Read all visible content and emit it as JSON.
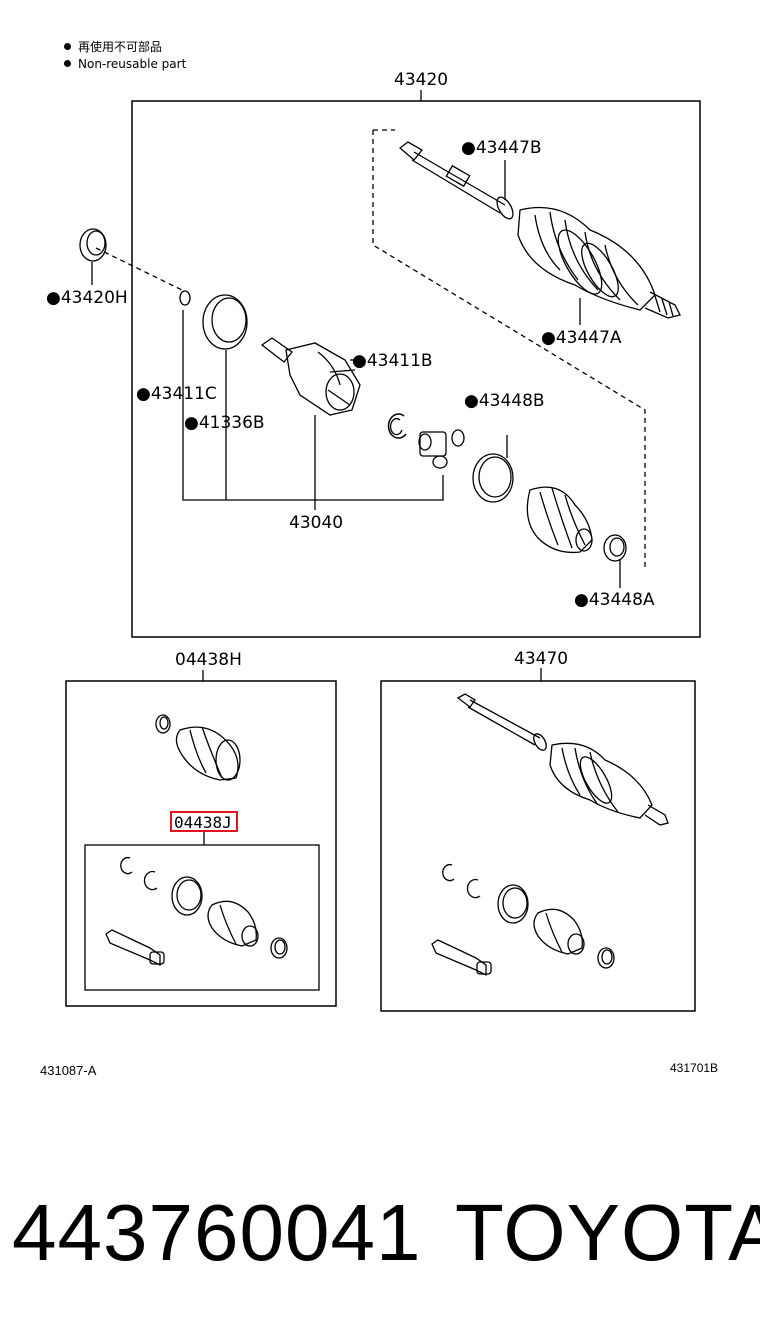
{
  "legend": {
    "line1": "再使用不可部品",
    "line2": "Non-reusable part"
  },
  "labels": {
    "assembly_main": "43420",
    "part_43447B": "●43447B",
    "part_43420H": "●43420H",
    "part_43447A": "●43447A",
    "part_43411B": "●43411B",
    "part_43411C": "●43411C",
    "part_43448B": "●43448B",
    "part_41336B": "●41336B",
    "part_43040": "43040",
    "part_43448A": "●43448A",
    "kit_04438H": "04438H",
    "assembly_43470": "43470",
    "kit_04438J": "04438J"
  },
  "codes": {
    "left": "431087-A",
    "right": "431701B"
  },
  "footer": {
    "part_number": "443760041",
    "brand": "TOYOTA"
  },
  "colors": {
    "highlight": "#e0141e",
    "ink": "#000000"
  }
}
